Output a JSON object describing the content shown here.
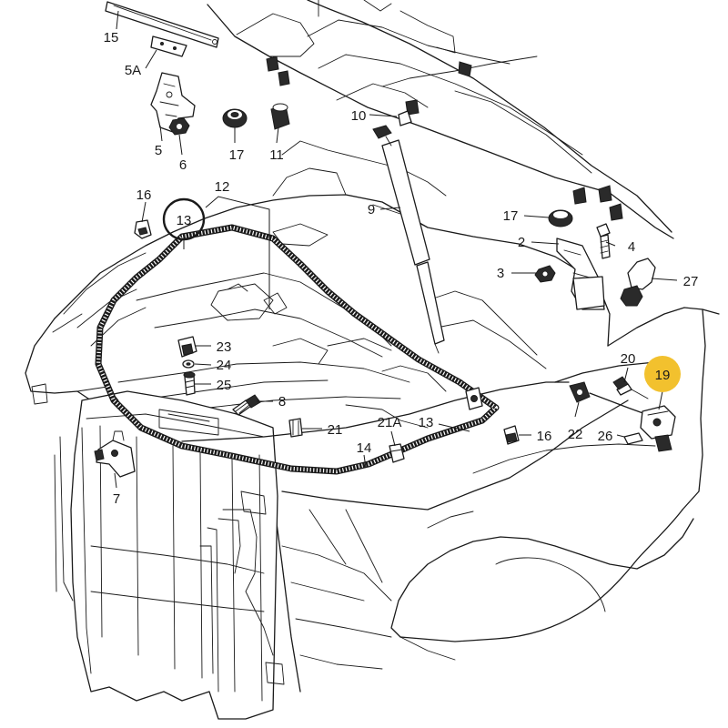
{
  "diagram": {
    "labels": [
      {
        "key": "p15",
        "text": "15"
      },
      {
        "key": "p5a",
        "text": "5A"
      },
      {
        "key": "p5",
        "text": "5"
      },
      {
        "key": "p6",
        "text": "6"
      },
      {
        "key": "p17a",
        "text": "17"
      },
      {
        "key": "p11",
        "text": "11"
      },
      {
        "key": "p10",
        "text": "10"
      },
      {
        "key": "p9",
        "text": "9"
      },
      {
        "key": "p16a",
        "text": "16"
      },
      {
        "key": "p12",
        "text": "12"
      },
      {
        "key": "p13a",
        "text": "13"
      },
      {
        "key": "p17b",
        "text": "17"
      },
      {
        "key": "p2",
        "text": "2"
      },
      {
        "key": "p4",
        "text": "4"
      },
      {
        "key": "p3",
        "text": "3"
      },
      {
        "key": "p27",
        "text": "27"
      },
      {
        "key": "p23",
        "text": "23"
      },
      {
        "key": "p24",
        "text": "24"
      },
      {
        "key": "p25",
        "text": "25"
      },
      {
        "key": "p8",
        "text": "8"
      },
      {
        "key": "p20",
        "text": "20"
      },
      {
        "key": "p19",
        "text": "19"
      },
      {
        "key": "p21",
        "text": "21"
      },
      {
        "key": "p21a",
        "text": "21A"
      },
      {
        "key": "p13b",
        "text": "13"
      },
      {
        "key": "p16b",
        "text": "16"
      },
      {
        "key": "p22",
        "text": "22"
      },
      {
        "key": "p26",
        "text": "26"
      },
      {
        "key": "p14",
        "text": "14"
      },
      {
        "key": "p7",
        "text": "7"
      }
    ],
    "highlight": {
      "ring_label": "13",
      "filled_label": "19",
      "fill_color": "#f2c12e"
    }
  }
}
